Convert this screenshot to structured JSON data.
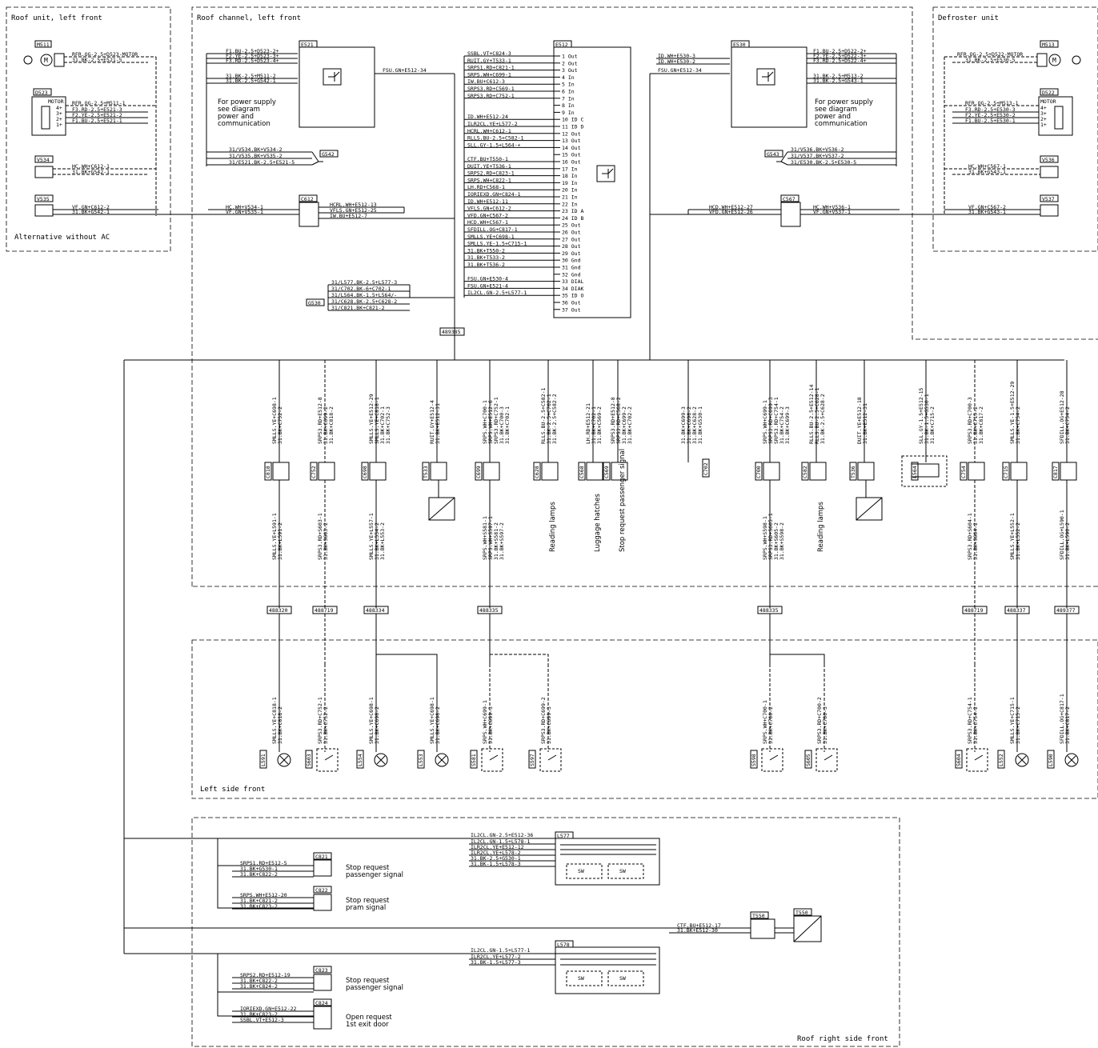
{
  "sections": {
    "roof_unit": "Roof unit, left front",
    "roof_channel": "Roof channel, left front",
    "defroster": "Defroster unit",
    "alt_ac": "Alternative without AC",
    "left_side": "Left side front",
    "roof_right": "Roof right side front"
  },
  "components": {
    "M511": "M511",
    "D523": "D523",
    "V534": "V534",
    "V535": "V535",
    "E521": "E521",
    "E512": "E512",
    "E530": "E530",
    "M513": "M513",
    "D522": "D522",
    "V536": "V536",
    "V537": "V537",
    "C612": "C612",
    "C567": "C567",
    "G542": "G542",
    "G543": "G543",
    "G530": "G530",
    "L577": "L577",
    "L578": "L578",
    "C821": "C821",
    "C822": "C822",
    "C823": "C823",
    "C824": "C824",
    "T550a": "T550",
    "T550b": "T550"
  },
  "left_unit": {
    "m511_wires": [
      "RFR.OG-2.5+D523-MOTOR",
      "31.BK-2.5+E521-5"
    ],
    "d523_motor": "MOTOR",
    "d523_wires": [
      "RFR.OG-2.5+M511-1",
      "F3.RD-2.5+E521-3",
      "F2.YE-2.5+E521-2",
      "F1.BU-2.5+E521-1"
    ],
    "d523_pins": [
      "4+",
      "3+",
      "2+",
      "1+"
    ],
    "v534_wires": [
      "HC.WH+C612-1",
      "31.BK+G542-1"
    ],
    "v535_wires": [
      "VF.GN+C612-2",
      "31.BK+G542-1"
    ]
  },
  "e521": {
    "left_wires": [
      "F1.BU-2.5+D523-2+",
      "F2.YE-2.5+D523-3+",
      "F3.RD-2.5+D523-4+",
      "31.BK-2.5+M511-2",
      "31.BK-2.5+G542-1"
    ],
    "out_wire": "FSU.GN+E512-34",
    "note": [
      "For power supply",
      "see diagram",
      "power and",
      "communication"
    ],
    "g542_wires": [
      "31/V534.BK+V534-2",
      "31/V535.BK+V535-2",
      "31/E521.BK-2.5+E521-5"
    ]
  },
  "c612": {
    "left_wires": [
      "HC.WH+V534-1",
      "VF.GN+V535-1"
    ],
    "right_wires": [
      "HCRL.WH+E512-13",
      "VFLS.GN+E512-25",
      "IW.BU+E512-7"
    ]
  },
  "g530_wires": [
    "31/L577.BK-2.5+L577-3",
    "31/C702.BK-6+C702-1",
    "31/L564.BK-1.5+L564/-",
    "31/C628.BK-2.5+C628-2",
    "31/C821.BK+C821-2"
  ],
  "e512": {
    "wires": [
      "SSBL.VT+C824-3",
      "RUIT.GY+T533-1",
      "SRPS1.RD+C821-1",
      "SRPS.WH+C699-1",
      "IW.BU+C612-3",
      "SRPS3.RD+C569-1",
      "SRPS3.RD+C752-1",
      "",
      "",
      "ID.WH+E512-24",
      "ILR2CL.YE+L577-2",
      "HCRL.WH+C612-1",
      "RLLS.BU-2.5+C582-1",
      "SLL.GY-1.5+L564-+",
      "",
      "CTF.BU+T550-1",
      "DUIT.YE+T536-1",
      "SRPS2.RD+C823-1",
      "SRPS.WH+C822-1",
      "LH.RD+C568-1",
      "IORIEXD.GN+C824-1",
      "ID.WH+E512-11",
      "VFLS.GN+C612-2",
      "VFD.GN+C567-2",
      "HCD.WH+C567-1",
      "SFDILL.OG+C817-1",
      "SMLLS.YE+C698-1",
      "SMLLS.YE-1.5+C715-1",
      "31.BK+T550-2",
      "31.BK+T533-2",
      "31.BK+T536-2",
      "",
      "FSU.GN+E530-4",
      "FSU.GN+E521-4",
      "IL2CL.GN-2.5+L577-1",
      "",
      ""
    ],
    "pins": [
      "1 Out",
      "2 Out",
      "3 Out",
      "4 In",
      "5 In",
      "6 In",
      "7 In",
      "8 In",
      "9 In",
      "10 ID C",
      "11 ID D",
      "12 Out",
      "13 Out",
      "14 Out",
      "15 Out",
      "16 Out",
      "17 In",
      "18 In",
      "19 In",
      "20 In",
      "21 In",
      "22 In",
      "23 ID A",
      "24 ID B",
      "25 Out",
      "26 Out",
      "27 Out",
      "28 Out",
      "29 Out",
      "30 Gnd",
      "31 Gnd",
      "32 Gnd",
      "33 DIAL",
      "34 DIAK",
      "35 ID O",
      "36 Out",
      "37 Out"
    ]
  },
  "e530": {
    "left_wires": [
      "ID.WH+E530-3",
      "ID.WH+E530-2",
      "FSU.GN+E512-34"
    ],
    "right_wires": [
      "F1.BU-2.5+D522-2+",
      "F2.YE-2.5+D522-3+",
      "F3.RD-2.5+D522-4+",
      "31.BK-2.5+M513-2",
      "31.BK-2.5+G543-1"
    ],
    "note": [
      "For power supply",
      "see diagram",
      "power and",
      "communication"
    ],
    "g543_wires": [
      "31/V536.BK+V536-2",
      "31/V537.BK+V537-2",
      "31/E530.BK-2.5+E530-5"
    ]
  },
  "c567": {
    "left_wires": [
      "HCD.WH+E512-27",
      "VFD.GN+E512-26"
    ],
    "right_wires": [
      "HC.WH+V536-1",
      "VF.GN+V537-1"
    ]
  },
  "right_unit": {
    "m513_wires": [
      "RFR.OG-2.5+D522-MOTOR",
      "31.BK-2.5+E530-5"
    ],
    "d522_motor": "MOTOR",
    "d522_wires": [
      "RFR.OG-2.5+M513-1",
      "F3.RD-2.5+E530-3",
      "F2.YE-2.5+E530-2",
      "F1.BU-2.5+E530-1"
    ],
    "d522_pins": [
      "4+",
      "3+",
      "2+",
      "1+"
    ],
    "v536_wires": [
      "HC.WH+C567-1",
      "31.BK+G543-1"
    ],
    "v537_wires": [
      "VF.GN+C567-2",
      "31.BK+G543-1"
    ]
  },
  "harness": "489385",
  "branches": [
    {
      "conn": "C818",
      "top": [
        "SMLLS.YE+C698-1",
        "31.BK+C752-2"
      ],
      "bot": [
        "SMLLS.YE+L591-1",
        "31.BK+L591-2"
      ],
      "cable": "488320"
    },
    {
      "conn": "C752",
      "top": [
        "SRPS3.RD+E512-8",
        "31.BK+C699-2",
        "31.BK+C818-2"
      ],
      "bot": [
        "SRPS3.RD+S603-1",
        "31.BK+S603-2"
      ],
      "cable": "488719"
    },
    {
      "conn": "C698",
      "top": [
        "SMLLS.YE+E512-29",
        "SMLLS.YE+C818-1",
        "31.BK+C702-1",
        "31.BK+C752-3"
      ],
      "bot": [
        "SMLLS.YE+L557-1",
        "31.BK+L554-2",
        "31.BK+L553-2"
      ],
      "cable": "488334"
    },
    {
      "conn": "T533",
      "top": [
        "RUIT.GY+E512-4",
        "31.BK+E512-31"
      ],
      "bot": [],
      "cable": ""
    },
    {
      "conn": "C699",
      "top": [
        "SRPS.WH+C700-1",
        "SRPS.WH+E512-6",
        "SRPS3.RD+C752-1",
        "31.BK+C700-3",
        "31.BK+C702-1"
      ],
      "bot": [
        "SRPS.WH+S581-1",
        "SRPS.WH+S597-1",
        "31.BK+S581-2",
        "31.BK+S597-2"
      ],
      "cable": "488335"
    },
    {
      "conn": "C628",
      "top": [
        "RLLS.BU-2.5+C582-1",
        "31.BK-2.5+C702-1",
        "31.BK-2.5+C582-2"
      ],
      "bot": [],
      "cable": "",
      "label": "Reading lamps"
    },
    {
      "conn": "C568",
      "top": [
        "LH.RD+E512-21",
        "31.BK+C702-1",
        "31.BK+C569-2"
      ],
      "bot": [],
      "cable": "",
      "label": "Luggage hatches"
    },
    {
      "conn": "C569",
      "top": [
        "SRPS3.RD+E512-8",
        "SRPS3.RD+C568-2",
        "31.BK+C699-2",
        "31.BK+C702-2"
      ],
      "bot": [],
      "cable": "",
      "label": "Stop request passenger signal"
    },
    {
      "conn": "C702",
      "top": [
        "31.BK+C699-3",
        "31.BK+C698-2",
        "31.BK+C628-2",
        "31.BK+G530-1"
      ],
      "bot": [],
      "cable": ""
    },
    {
      "conn": "C700",
      "top": [
        "SRPS.WH+C699-1",
        "SRPS3.RD+C699-3",
        "SRPS3.RD+C754-1",
        "31.BK+C754-2",
        "31.BK+C699-3"
      ],
      "bot": [
        "SRPS.WH+S598-1",
        "SRPS3.RD+S605-1",
        "31.BK+S605-2",
        "31.BK+S598-2"
      ],
      "cable": "488335"
    },
    {
      "conn": "C582",
      "top": [
        "RLLS.BU-2.5+E512-14",
        "RLLS.BU-2.5+C628-1",
        "31.BK-2.5+C628-2"
      ],
      "bot": [],
      "cable": "",
      "label": "Reading lamps"
    },
    {
      "conn": "T536",
      "top": [
        "DUIT.YE+E512-18",
        "31.BK+E512-31"
      ],
      "bot": [],
      "cable": ""
    },
    {
      "conn": "L564",
      "top": [
        "SLL.GY-1.5+E512-15",
        "31.BK-1.5+G530-1",
        "31.BK+C715-2"
      ],
      "bot": [],
      "cable": ""
    },
    {
      "conn": "C754",
      "top": [
        "SRPS3.RD+C700-3",
        "31.BK+C715-2",
        "31.BK+C817-2"
      ],
      "bot": [
        "SRPS3.RD+S604-1",
        "31.BK+S604-2"
      ],
      "cable": "488719"
    },
    {
      "conn": "C715",
      "top": [
        "SMLLS.YE-1.5+E512-29",
        "31.BK+C754-2"
      ],
      "bot": [
        "SMLLS.YE+L552-1",
        "31.BK+L552-2"
      ],
      "cable": "488337"
    },
    {
      "conn": "C817",
      "top": [
        "SFDILL.OG+E512-28",
        "31.BK+C754-2"
      ],
      "bot": [
        "SFDILL.OG+L590-1",
        "31.BK+L590-2"
      ],
      "cable": "489377"
    }
  ],
  "devices": [
    {
      "id": "L591",
      "wires": [
        "SMLLS.YE+C818-1",
        "31.BK+C818-2"
      ]
    },
    {
      "id": "S603",
      "wires": [
        "SRPS3.RD+C752-1",
        "31.BK+C752-2"
      ]
    },
    {
      "id": "L554",
      "wires": [
        "SMLLS.YE+C698-1",
        "31.BK+C698-2"
      ]
    },
    {
      "id": "L553",
      "wires": [
        "SMLLS.YE+C698-1",
        "31.BK+C698-2"
      ]
    },
    {
      "id": "S581",
      "wires": [
        "SRPS.WH+C699-1",
        "31.BK+C699-3"
      ]
    },
    {
      "id": "S597",
      "wires": [
        "SRPS3.RD+C699-2",
        "31.BK+C699-3"
      ]
    },
    {
      "id": "S598",
      "wires": [
        "SRPS.WH+C700-1",
        "31.BK+C700-2"
      ]
    },
    {
      "id": "S605",
      "wires": [
        "SRPS3.RD+C700-2",
        "31.BK+C700-3"
      ]
    },
    {
      "id": "S604",
      "wires": [
        "SRPS3.RD+C754-1",
        "31.BK+C754-2"
      ]
    },
    {
      "id": "L552",
      "wires": [
        "SMLLS.YE+C715-1",
        "31.BK+C715-2"
      ]
    },
    {
      "id": "L590",
      "wires": [
        "SFDILL.OG+C817-1",
        "31.BK+C817-2"
      ]
    }
  ],
  "lower": {
    "c821_wires": [
      "SRPS1.RD+E512-5",
      "31.BK+G530-1",
      "31.BK+C822-2"
    ],
    "c821_text": [
      "Stop request",
      "passenger signal"
    ],
    "c822_wires": [
      "SRPS.WH+E512-20",
      "31.BK+C821-2",
      "31.BK+C823-2"
    ],
    "c822_text": [
      "Stop request",
      "pram signal"
    ],
    "l577_wires": [
      "IL2CL.GN-2.5+E512-36",
      "IL2CL.GN-1.5+L578-1",
      "ILR2CL.YE+E512-12",
      "ILR2CL.YE+L578-2",
      "31.BK-2.5+G530-1",
      "31.BK-1.5+L578-3"
    ],
    "t550_wires": [
      "CTF.BU+E512-17",
      "31.BK+E512-30"
    ],
    "l578_wires": [
      "IL2CL.GN-1.5+L577-1",
      "ILR2CL.YE+L577-2",
      "31.BK-1.5+L577-3"
    ],
    "c823_wires": [
      "SRPS2.RD+E512-19",
      "31.BK+C822-2",
      "31.BK+C824-2"
    ],
    "c823_text": [
      "Stop request",
      "passenger signal"
    ],
    "c824_wires": [
      "IORIEXD.GN+E512-22",
      "31.BK+C823-2",
      "SSBL.VT+E512-3"
    ],
    "c824_text": [
      "Open request",
      "1st exit door"
    ],
    "sw": "SW"
  }
}
